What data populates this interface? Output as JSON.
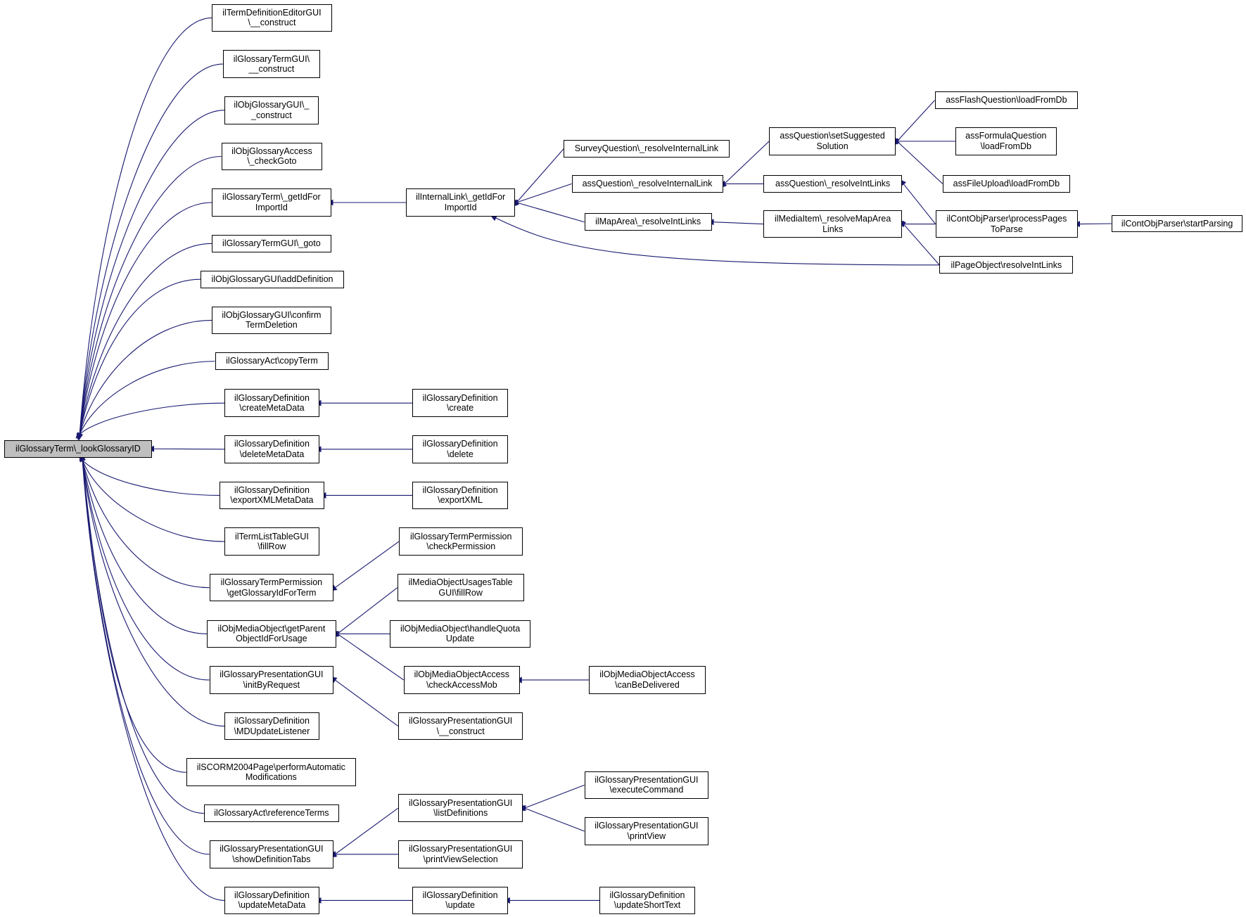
{
  "graph": {
    "colors": {
      "edge": "#191970",
      "root_fill": "#bfbfbf",
      "node_fill": "#ffffff",
      "node_border": "#000000"
    },
    "nodes": [
      {
        "id": "root",
        "label": "ilGlossaryTerm\\_lookGlossaryID",
        "root": true
      },
      {
        "id": "n1",
        "label": "ilTermDefinitionEditorGUI\n\\__construct"
      },
      {
        "id": "n2",
        "label": "ilGlossaryTermGUI\\\n__construct"
      },
      {
        "id": "n3",
        "label": "ilObjGlossaryGUI\\_\n_construct"
      },
      {
        "id": "n4",
        "label": "ilObjGlossaryAccess\n\\_checkGoto"
      },
      {
        "id": "n5",
        "label": "ilGlossaryTerm\\_getIdFor\nImportId"
      },
      {
        "id": "n6",
        "label": "ilGlossaryTermGUI\\_goto"
      },
      {
        "id": "n7",
        "label": "ilObjGlossaryGUI\\addDefinition"
      },
      {
        "id": "n8",
        "label": "ilObjGlossaryGUI\\confirm\nTermDeletion"
      },
      {
        "id": "n9",
        "label": "ilGlossaryAct\\copyTerm"
      },
      {
        "id": "n10",
        "label": "ilGlossaryDefinition\n\\createMetaData"
      },
      {
        "id": "n11",
        "label": "ilGlossaryDefinition\n\\deleteMetaData"
      },
      {
        "id": "n12",
        "label": "ilGlossaryDefinition\n\\exportXMLMetaData"
      },
      {
        "id": "n13",
        "label": "ilTermListTableGUI\n\\fillRow"
      },
      {
        "id": "n14",
        "label": "ilGlossaryTermPermission\n\\getGlossaryIdForTerm"
      },
      {
        "id": "n15",
        "label": "ilObjMediaObject\\getParent\nObjectIdForUsage"
      },
      {
        "id": "n16",
        "label": "ilGlossaryPresentationGUI\n\\initByRequest"
      },
      {
        "id": "n17",
        "label": "ilGlossaryDefinition\n\\MDUpdateListener"
      },
      {
        "id": "n18",
        "label": "ilSCORM2004Page\\performAutomatic\nModifications"
      },
      {
        "id": "n19",
        "label": "ilGlossaryAct\\referenceTerms"
      },
      {
        "id": "n20",
        "label": "ilGlossaryPresentationGUI\n\\showDefinitionTabs"
      },
      {
        "id": "n21",
        "label": "ilGlossaryDefinition\n\\updateMetaData"
      },
      {
        "id": "m1",
        "label": "ilInternalLink\\_getIdFor\nImportId"
      },
      {
        "id": "m2",
        "label": "SurveyQuestion\\_resolveInternalLink"
      },
      {
        "id": "m3",
        "label": "assQuestion\\_resolveInternalLink"
      },
      {
        "id": "m4",
        "label": "ilMapArea\\_resolveIntLinks"
      },
      {
        "id": "m5",
        "label": "assQuestion\\setSuggested\nSolution"
      },
      {
        "id": "m6",
        "label": "assQuestion\\_resolveIntLinks"
      },
      {
        "id": "m7",
        "label": "ilMediaItem\\_resolveMapArea\nLinks"
      },
      {
        "id": "m8",
        "label": "assFlashQuestion\\loadFromDb"
      },
      {
        "id": "m9",
        "label": "assFormulaQuestion\n\\loadFromDb"
      },
      {
        "id": "m10",
        "label": "assFileUpload\\loadFromDb"
      },
      {
        "id": "m11",
        "label": "ilContObjParser\\processPages\nToParse"
      },
      {
        "id": "m12",
        "label": "ilPageObject\\resolveIntLinks"
      },
      {
        "id": "m13",
        "label": "ilContObjParser\\startParsing"
      },
      {
        "id": "c1",
        "label": "ilGlossaryDefinition\n\\create"
      },
      {
        "id": "c2",
        "label": "ilGlossaryDefinition\n\\delete"
      },
      {
        "id": "c3",
        "label": "ilGlossaryDefinition\n\\exportXML"
      },
      {
        "id": "c4",
        "label": "ilGlossaryTermPermission\n\\checkPermission"
      },
      {
        "id": "c5",
        "label": "ilMediaObjectUsagesTable\nGUI\\fillRow"
      },
      {
        "id": "c6",
        "label": "ilObjMediaObject\\handleQuota\nUpdate"
      },
      {
        "id": "c7",
        "label": "ilObjMediaObjectAccess\n\\checkAccessMob"
      },
      {
        "id": "c8",
        "label": "ilObjMediaObjectAccess\n\\canBeDelivered"
      },
      {
        "id": "c9",
        "label": "ilGlossaryPresentationGUI\n\\__construct"
      },
      {
        "id": "c10",
        "label": "ilGlossaryPresentationGUI\n\\listDefinitions"
      },
      {
        "id": "c11",
        "label": "ilGlossaryPresentationGUI\n\\executeCommand"
      },
      {
        "id": "c12",
        "label": "ilGlossaryPresentationGUI\n\\printView"
      },
      {
        "id": "c13",
        "label": "ilGlossaryPresentationGUI\n\\printViewSelection"
      },
      {
        "id": "c14",
        "label": "ilGlossaryDefinition\n\\update"
      },
      {
        "id": "c15",
        "label": "ilGlossaryDefinition\n\\updateShortText"
      }
    ]
  }
}
